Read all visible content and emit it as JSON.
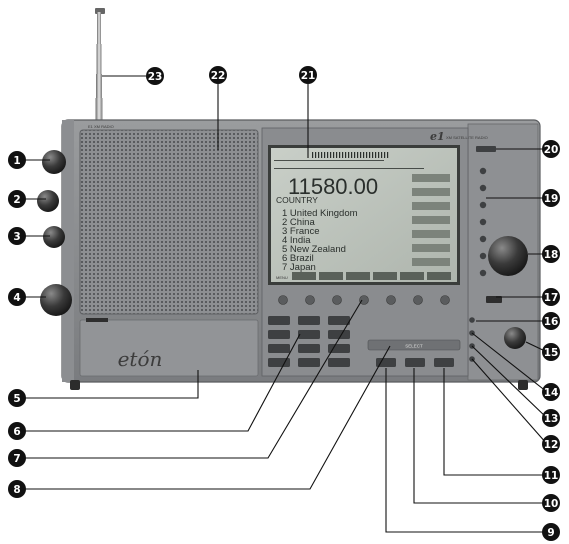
{
  "figure": {
    "brand_bottom": "etón",
    "brand_top": "e1",
    "brand_top_sub": "XM SATELLITE RADIO",
    "select_label": "SELECT",
    "display": {
      "frequency": "11580.00",
      "header": "COUNTRY",
      "items": [
        "1  United Kingdom",
        "2  China",
        "3  France",
        "4  India",
        "5  New Zealand",
        "6  Brazil",
        "7  Japan"
      ],
      "menu_label": "MENU"
    },
    "callouts": [
      "1",
      "2",
      "3",
      "4",
      "5",
      "6",
      "7",
      "8",
      "9",
      "10",
      "11",
      "12",
      "13",
      "14",
      "15",
      "16",
      "17",
      "18",
      "19",
      "20",
      "21",
      "22",
      "23"
    ]
  }
}
